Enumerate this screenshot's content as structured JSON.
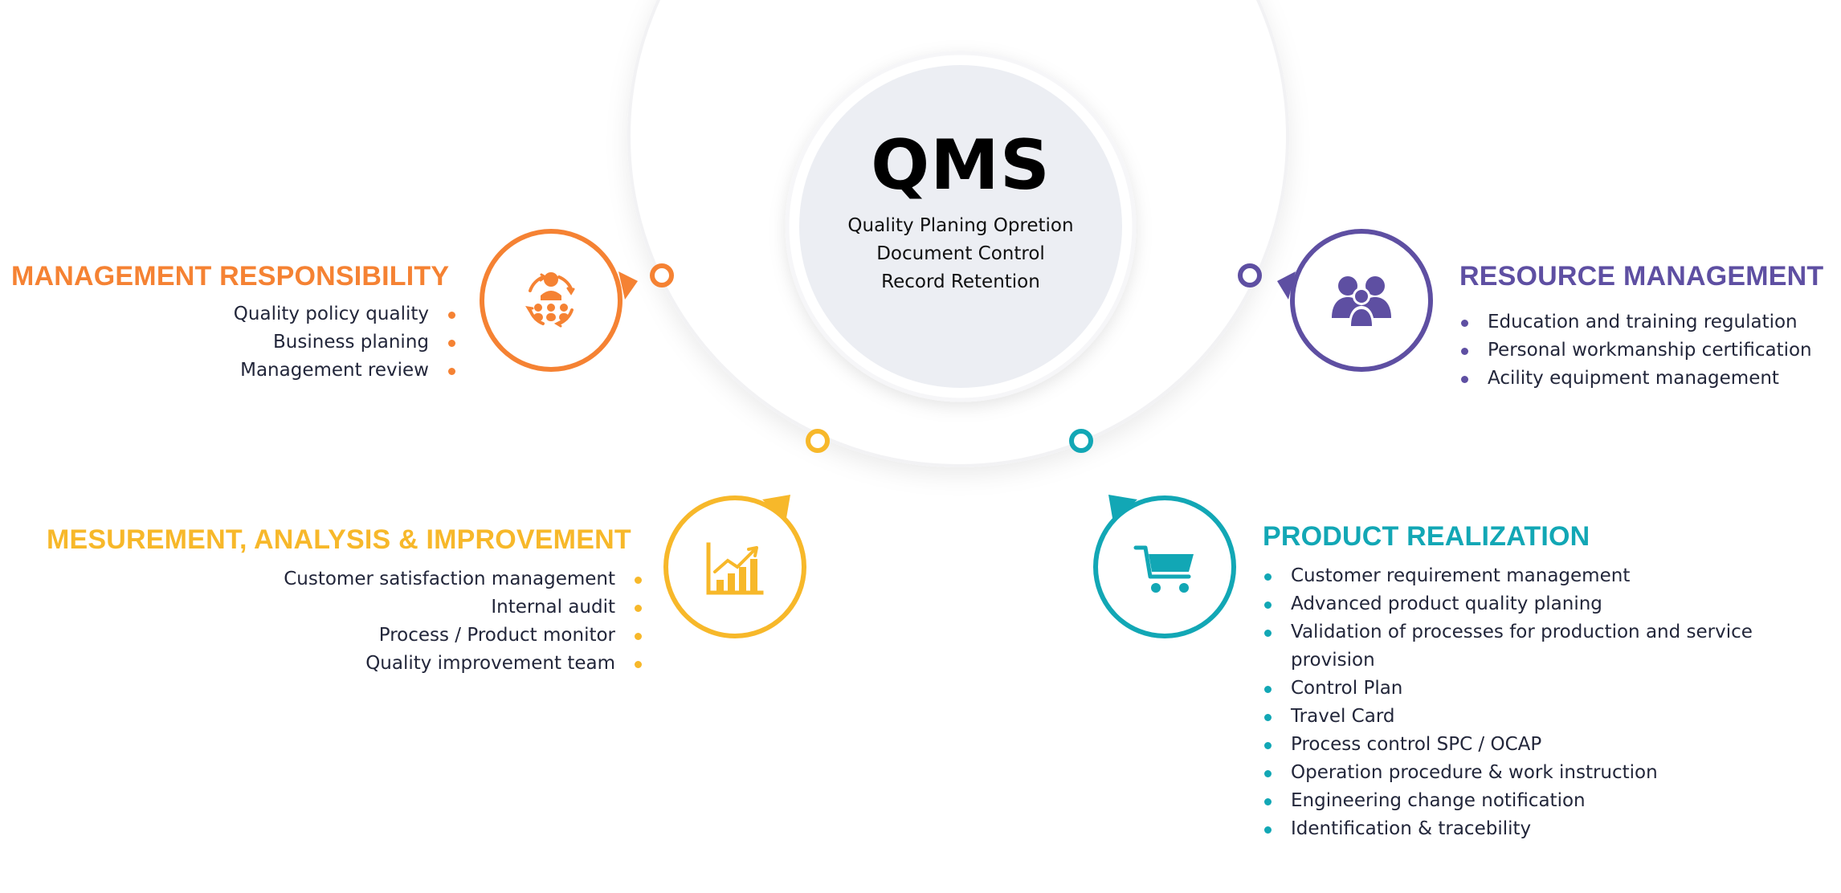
{
  "center": {
    "title": "QMS",
    "lines": [
      "Quality Planing Opretion",
      "Document Control",
      "Record Retention"
    ]
  },
  "management_responsibility": {
    "title": "MANAGEMENT RESPONSIBILITY",
    "items": [
      "Quality policy quality",
      "Business planing",
      "Management review"
    ]
  },
  "measurement_analysis_improvement": {
    "title": "MESUREMENT, ANALYSIS & IMPROVEMENT",
    "items": [
      "Customer satisfaction management",
      "Internal audit",
      "Process / Product monitor",
      "Quality improvement team"
    ]
  },
  "resource_management": {
    "title": "RESOURCE MANAGEMENT",
    "items": [
      "Education and training regulation",
      "Personal  workmanship certification",
      "Acility equipment management"
    ]
  },
  "product_realization": {
    "title": "PRODUCT REALIZATION",
    "items": [
      "Customer requirement management",
      "Advanced product quality planing",
      "Validation of processes for production and service provision",
      "Control Plan",
      "Travel Card",
      "Process control SPC / OCAP",
      "Operation procedure & work instruction",
      "Engineering change notification",
      "Identification & tracebility"
    ]
  },
  "colors": {
    "orange": "#f58233",
    "yellow": "#f7b82a",
    "purple": "#5e4fa2",
    "teal": "#12a7b5",
    "center_circle": "#eceef3"
  },
  "icons": {
    "management": "team-process-icon",
    "measurement": "bar-chart-growth-icon",
    "resource": "people-group-icon",
    "product": "shopping-cart-icon"
  }
}
